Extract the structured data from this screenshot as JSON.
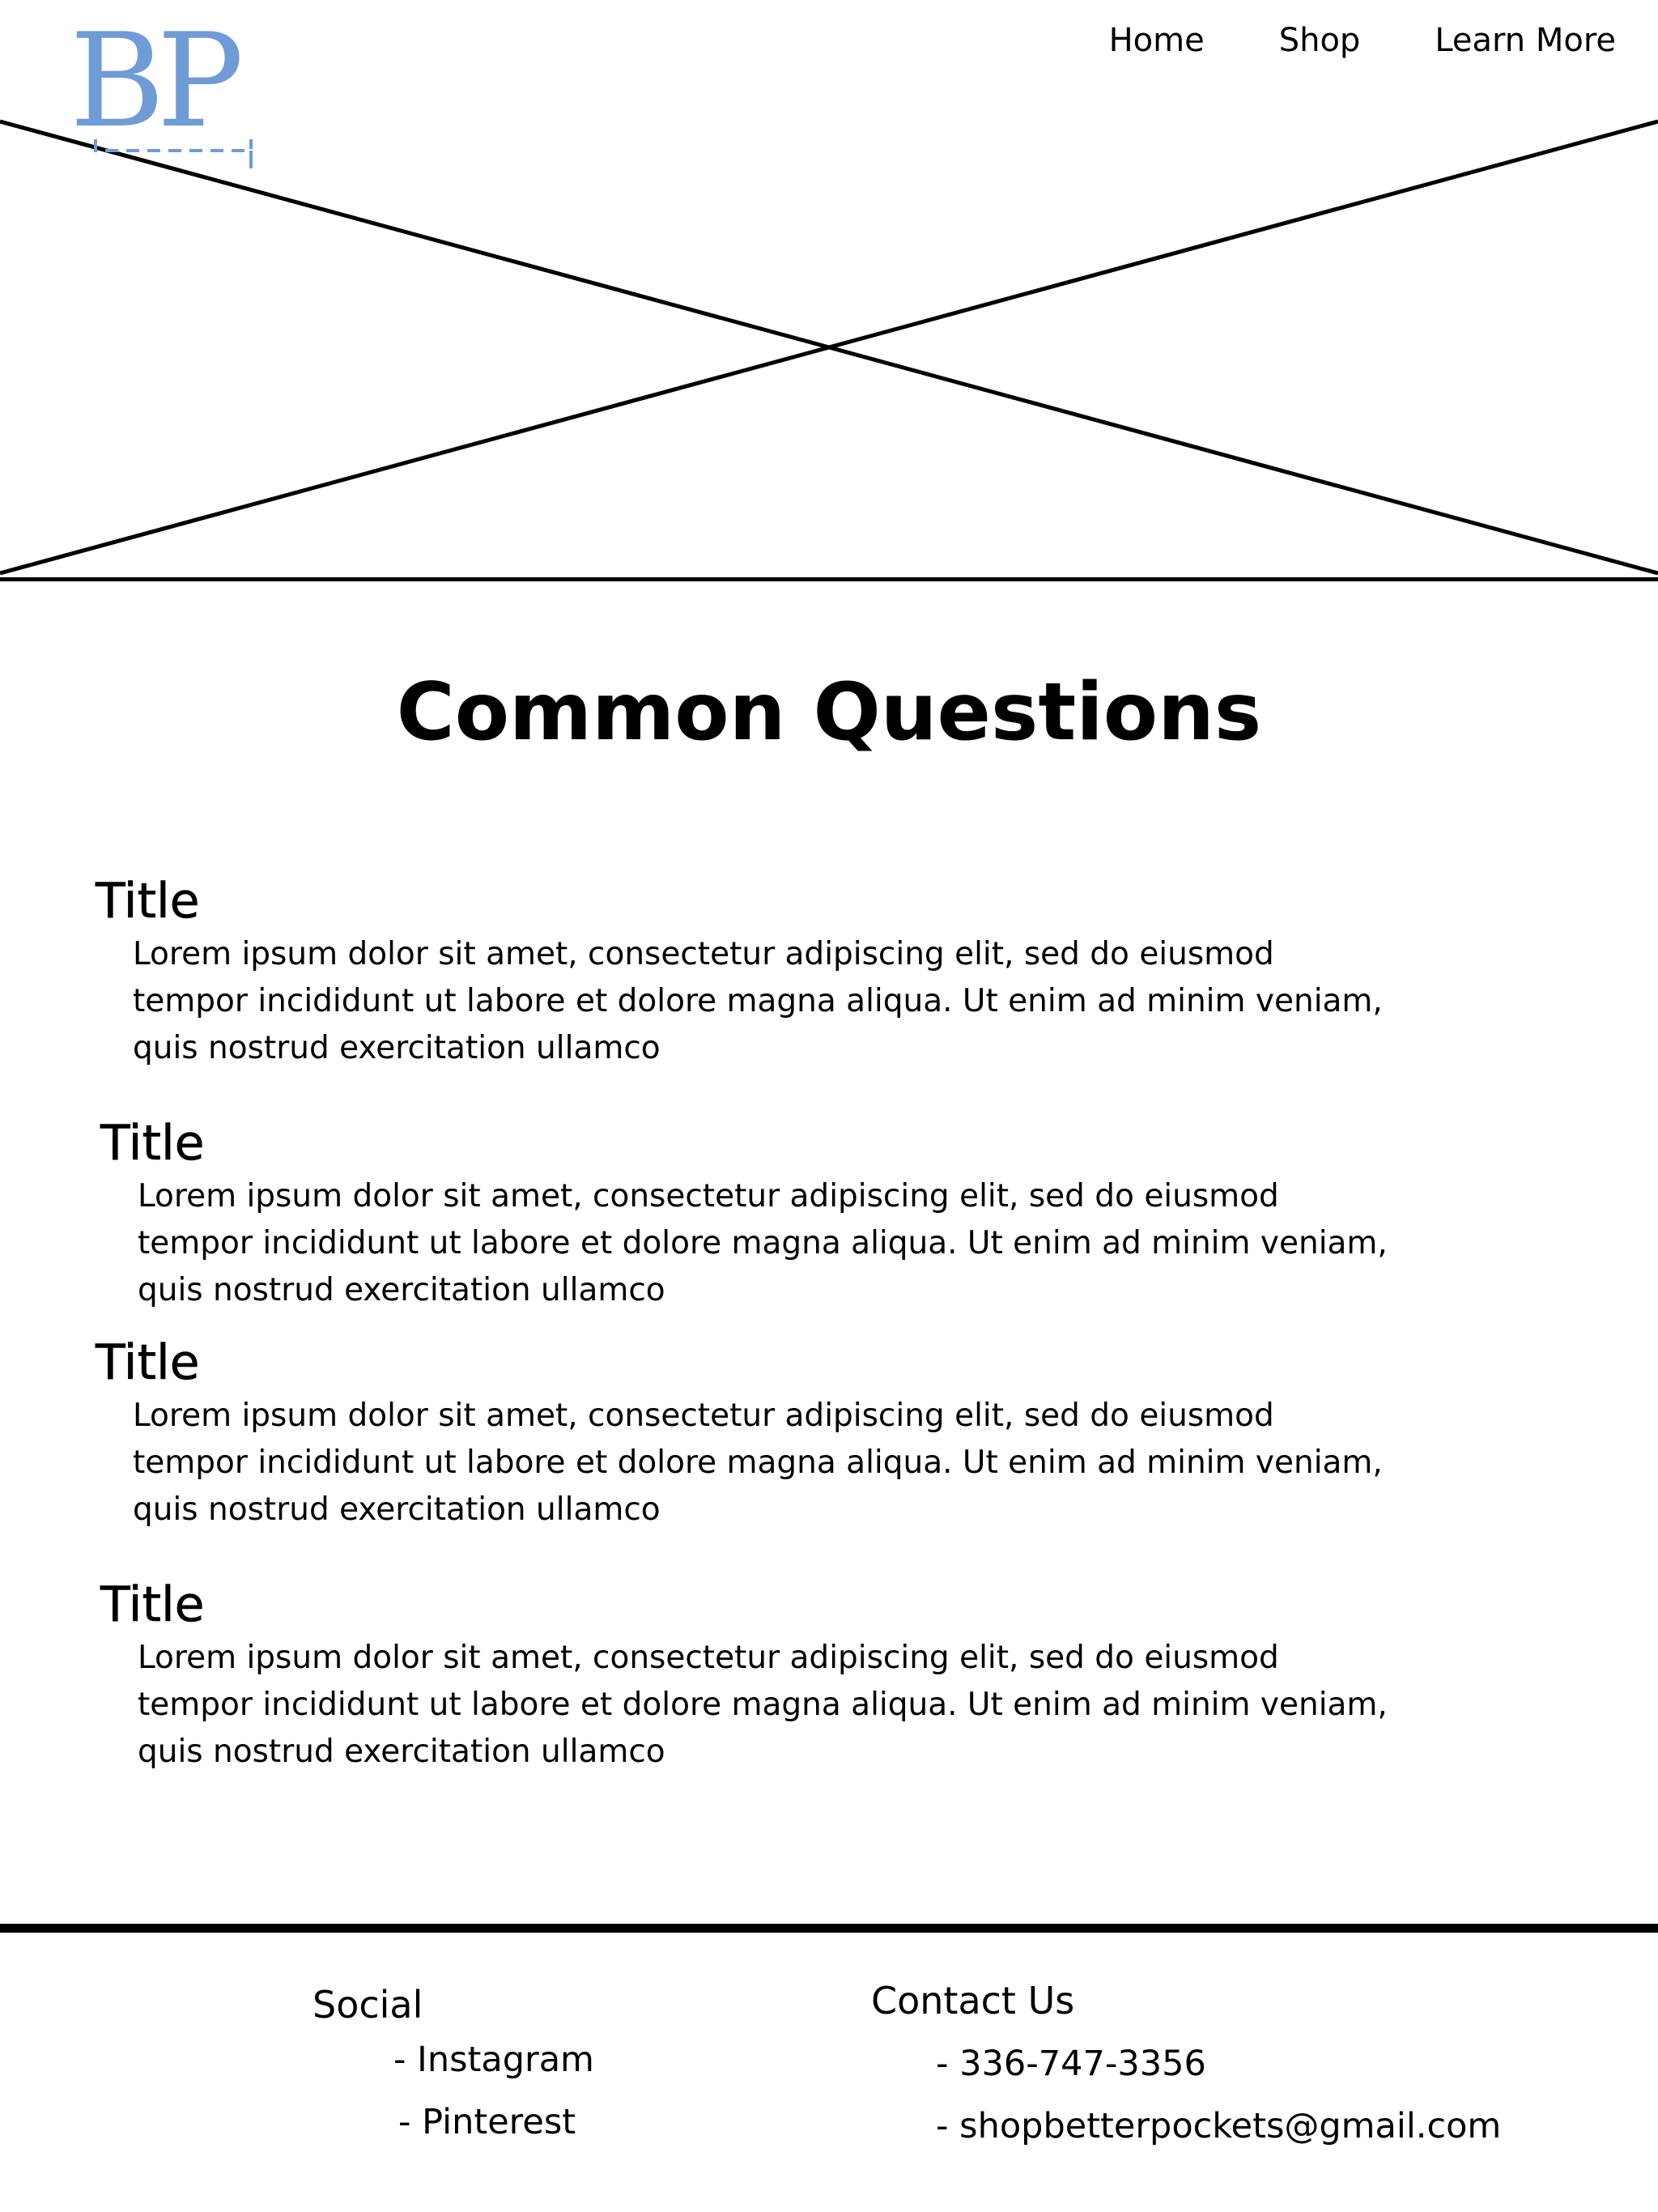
{
  "brand": {
    "logo_text": "BP",
    "logo_color": "#6f9bd6"
  },
  "nav": {
    "items": [
      {
        "label": "Home"
      },
      {
        "label": "Shop"
      },
      {
        "label": "Learn More"
      }
    ]
  },
  "hero": {
    "placeholder_icon": "image-placeholder-x-icon"
  },
  "main": {
    "title": "Common Questions",
    "faqs": [
      {
        "title": "Title",
        "body": "Lorem ipsum dolor sit amet, consectetur adipiscing elit, sed do eiusmod tempor incididunt ut labore et dolore magna aliqua. Ut enim ad minim veniam, quis nostrud exercitation ullamco"
      },
      {
        "title": "Title",
        "body": "Lorem ipsum dolor sit amet, consectetur adipiscing elit, sed do eiusmod tempor incididunt ut labore et dolore magna aliqua. Ut enim ad minim veniam, quis nostrud exercitation ullamco"
      },
      {
        "title": "Title",
        "body": "Lorem ipsum dolor sit amet, consectetur adipiscing elit, sed do eiusmod tempor incididunt ut labore et dolore magna aliqua. Ut enim ad minim veniam, quis nostrud exercitation ullamco"
      },
      {
        "title": "Title",
        "body": "Lorem ipsum dolor sit amet, consectetur adipiscing elit, sed do eiusmod tempor incididunt ut labore et dolore magna aliqua. Ut enim ad minim veniam, quis nostrud exercitation ullamco"
      }
    ]
  },
  "footer": {
    "social": {
      "heading": "Social",
      "items": [
        "- Instagram",
        "- Pinterest"
      ]
    },
    "contact": {
      "heading": "Contact Us",
      "items": [
        "- 336-747-3356",
        "- shopbetterpockets@gmail.com"
      ]
    }
  }
}
